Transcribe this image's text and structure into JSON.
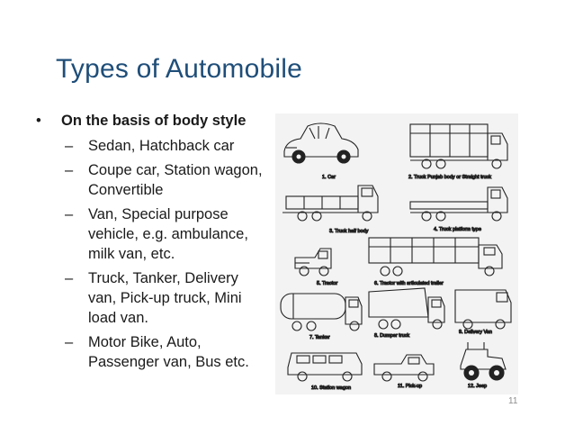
{
  "slide": {
    "title": "Types of Automobile",
    "page_number": "11",
    "bullets": {
      "heading": "On the basis of body style",
      "items": [
        "Sedan, Hatchback car",
        "Coupe car, Station wagon, Convertible",
        "Van, Special purpose vehicle, e.g. ambulance, milk van, etc.",
        "Truck, Tanker, Delivery van, Pick-up truck, Mini load van.",
        "Motor Bike, Auto, Passenger van, Bus etc."
      ]
    },
    "figure": {
      "captions": [
        "1. Car",
        "2. Truck Punjab body or Straight truck",
        "3. Truck half body",
        "4. Truck platform type",
        "5. Tractor",
        "6. Tractor with articulated trailer",
        "7. Tanker",
        "8. Dumper truck",
        "9. Delivery Van",
        "10. Station wagon",
        "11. Pick-up",
        "12. Jeep"
      ]
    }
  },
  "colors": {
    "title": "#1f4e79",
    "text": "#1a1a1a",
    "page_number": "#8c8c8c",
    "figure_bg": "#f3f3f3"
  }
}
